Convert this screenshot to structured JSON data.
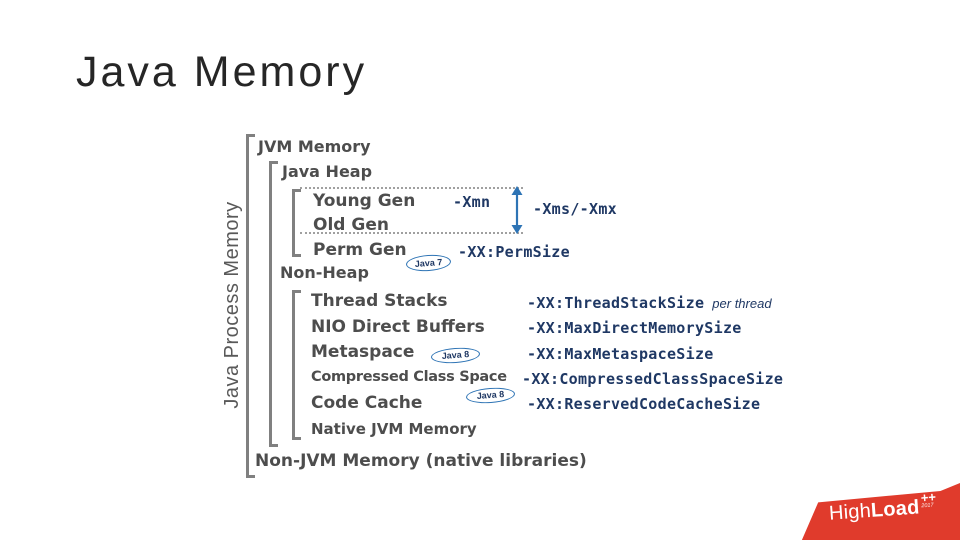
{
  "slide": {
    "title": "Java Memory",
    "side_label": "Java Process Memory"
  },
  "diagram": {
    "nodes": {
      "jvm_memory": "JVM Memory",
      "java_heap": "Java Heap",
      "young_gen": "Young Gen",
      "old_gen": "Old Gen",
      "perm_gen": "Perm Gen",
      "non_heap": "Non-Heap",
      "thread_stacks": "Thread Stacks",
      "nio_direct_buffers": "NIO Direct Buffers",
      "metaspace": "Metaspace",
      "compressed_class_space": "Compressed Class Space",
      "code_cache": "Code Cache",
      "native_jvm_memory": "Native JVM Memory",
      "non_jvm_memory": "Non-JVM Memory (native libraries)"
    },
    "flags": {
      "xmn": "-Xmn",
      "xms_xmx": "-Xms/-Xmx",
      "perm_size": "-XX:PermSize",
      "thread_stack_size": "-XX:ThreadStackSize",
      "thread_stack_note": "per thread",
      "max_direct_memory_size": "-XX:MaxDirectMemorySize",
      "max_metaspace_size": "-XX:MaxMetaspaceSize",
      "compressed_class_space_size": "-XX:CompressedClassSpaceSize",
      "reserved_code_cache_size": "-XX:ReservedCodeCacheSize"
    },
    "badges": {
      "java7": "Java 7",
      "java8_metaspace": "Java 8",
      "java8_code_cache": "Java 8"
    }
  },
  "logo": {
    "part_light": "High",
    "part_bold": "Load",
    "plusplus": "++",
    "year": "2017"
  },
  "colors": {
    "title_color": "#262626",
    "label_gray": "#4d4d4d",
    "side_label_gray": "#595959",
    "bracket_gray": "#808080",
    "flag_navy": "#1f3864",
    "accent_blue": "#2e74b5",
    "dotted_gray": "#a0a0a0",
    "logo_red": "#e03b2c"
  }
}
